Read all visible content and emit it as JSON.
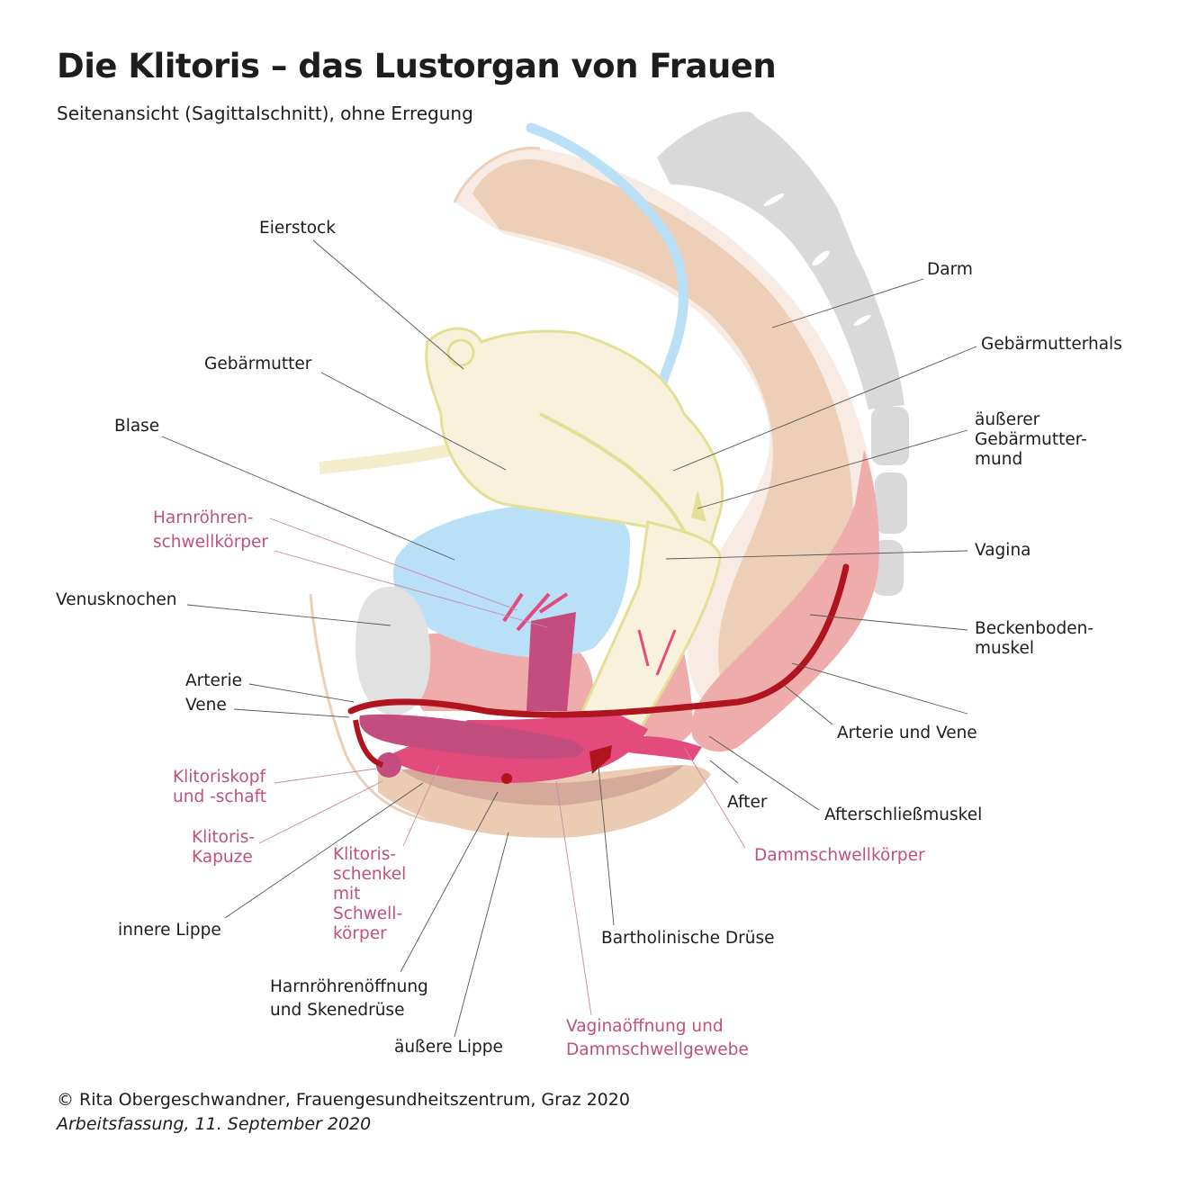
{
  "header": {
    "title": "Die Klitoris – das Lustorgan von Frauen",
    "subtitle": "Seitenansicht (Sagittalschnitt), ohne Erregung"
  },
  "labels": {
    "eierstock": "Eierstock",
    "gebaermutter": "Gebärmutter",
    "blase": "Blase",
    "harnroehrenschwellkoerper": "Harnröhren-\nschwellkörper",
    "venusknochen": "Venusknochen",
    "arterie": "Arterie",
    "vene": "Vene",
    "klitoriskopf": "Klitoriskopf\nund -schaft",
    "klitoriskapuze": "Klitoris-\nKapuze",
    "innere_lippe": "innere Lippe",
    "klitorisschenkel": "Klitoris-\nschenkel\nmit\nSchwell-\nkörper",
    "harnroehrenoeffnung": "Harnröhrenöffnung\nund Skenedrüse",
    "aeussere_lippe": "äußere Lippe",
    "vaginaoeffnung": "Vaginaöffnung und\nDammschwellgewebe",
    "bartholinische_druese": "Bartholinische Drüse",
    "dammschwellkoerper": "Dammschwellkörper",
    "after": "After",
    "afterschliessmuskel": "Afterschließmuskel",
    "arterie_und_vene": "Arterie und Vene",
    "beckenbodenmuskel": "Beckenboden-\nmuskel",
    "vagina": "Vagina",
    "aeusserer_muttermund": "äußerer\nGebärmutter-\nmund",
    "gebaermutterhals": "Gebärmutterhals",
    "darm": "Darm"
  },
  "footer": {
    "copyright": "© Rita Obergeschwandner, Frauengesundheitszentrum, Graz 2020",
    "version": "Arbeitsfassung, 11. September 2020"
  },
  "colors": {
    "label_pink": "#c0507d",
    "label_dark": "#1d1d1b",
    "bone_gray": "#d9d9d9",
    "bowel": "#edcfb8",
    "bowel_wall": "#f7ebe3",
    "uterus": "#f8f1dc",
    "uterus_outline": "#e4df96",
    "bladder": "#b9e0f6",
    "muscle": "#eeadaa",
    "clitoris": "#c24d7e",
    "artery": "#b0151f",
    "erectile": "#e34b7d",
    "labia": "#eccbb3",
    "labia_inner": "#d6aa9a"
  }
}
